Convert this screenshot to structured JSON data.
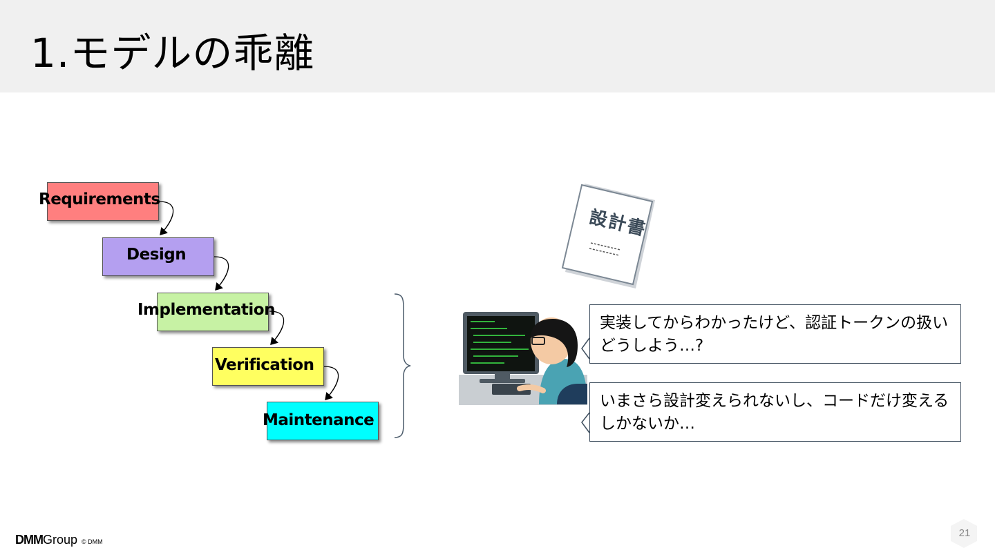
{
  "slide": {
    "title": "1.モデルの乖離",
    "page_number": "21",
    "footer_brand": "DMM",
    "footer_group": "Group",
    "footer_copyright": "© DMM"
  },
  "waterfall": {
    "stages": [
      {
        "label": "Requirements",
        "color": "#ff7f7f"
      },
      {
        "label": "Design",
        "color": "#b49ff0"
      },
      {
        "label": "Implementation",
        "color": "#c7f2a4"
      },
      {
        "label": "Verification",
        "color": "#ffff60"
      },
      {
        "label": "Maintenance",
        "color": "#00ffff"
      }
    ]
  },
  "document": {
    "title": "設計書"
  },
  "speech": {
    "bubble1": "実装してからわかったけど、認証トークンの扱いどうしよう…?",
    "bubble2": "いまさら設計変えられないし、コードだけ変えるしかないか…"
  },
  "icons": [
    "document-icon",
    "programmer-icon",
    "brace-icon"
  ]
}
